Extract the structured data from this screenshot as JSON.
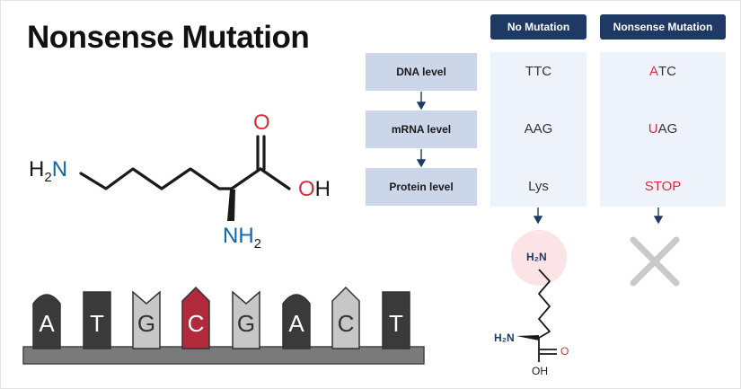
{
  "title": "Nonsense Mutation",
  "lysine_structure": {
    "amine_left_base": "H",
    "amine_left_sub": "2",
    "amine_left_n": "N",
    "carbonyl_o": "O",
    "hydroxyl": "OH",
    "alpha_amine_base": "NH",
    "alpha_amine_sub": "2"
  },
  "dna_strand": {
    "bases": [
      "A",
      "T",
      "G",
      "C",
      "G",
      "A",
      "C",
      "T"
    ],
    "colors": {
      "A": "#3a3a3a",
      "T": "#3a3a3a",
      "G": "#c7c7c7",
      "C_highlight": "#b02a3b",
      "C": "#c7c7c7",
      "backbone": "#7a7a7a"
    }
  },
  "columns": {
    "no_mutation": "No Mutation",
    "nonsense_mutation": "Nonsense Mutation"
  },
  "levels": [
    {
      "label": "DNA level",
      "no_mutation": "TTC",
      "nonsense_prefix": "A",
      "nonsense_rest": "TC"
    },
    {
      "label": "mRNA level",
      "no_mutation": "AAG",
      "nonsense_prefix": "U",
      "nonsense_rest": "AG"
    },
    {
      "label": "Protein level",
      "no_mutation": "Lys",
      "nonsense_prefix": "STOP",
      "nonsense_rest": ""
    }
  ],
  "result_structure": {
    "top_amine": "H₂N",
    "left_amine": "H₂N",
    "carbonyl_o": "O",
    "hydroxyl": "OH"
  },
  "colors": {
    "header_bg": "#1e3a64",
    "level_bg": "#cbd6e8",
    "panel_bg": "#eef3fb",
    "accent_red": "#d32f3a",
    "amine_blue": "#1565a8",
    "cross_gray": "#c9c9c9",
    "arrow": "#1e3a64"
  },
  "icons": {
    "down_arrow": "down-arrow-icon",
    "cross": "cross-icon"
  }
}
